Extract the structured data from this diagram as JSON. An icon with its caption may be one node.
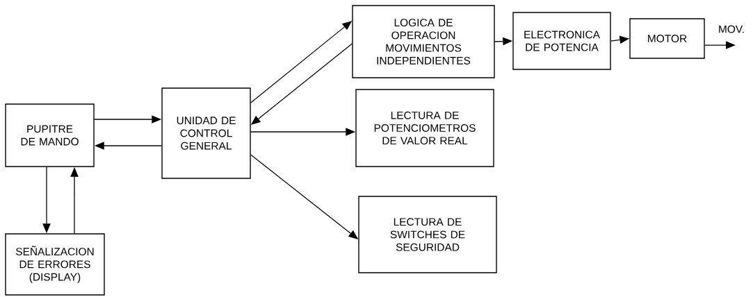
{
  "diagram": {
    "nodes": [
      {
        "text": [
          "PUPITRE DE MANDO"
        ]
      },
      {
        "text": [
          "UNIDAD DE CONTROL GENERAL"
        ]
      },
      {
        "text": [
          "LOGICA DE OPERACION MOVIMIENTOS INDEPENDIENTES"
        ]
      },
      {
        "text": [
          "ELECTRONICA DE POTENCIA"
        ]
      },
      {
        "text": [
          "MOTOR"
        ]
      },
      {
        "text": [
          "LECTURA DE POTENCIOMETROS DE VALOR REAL"
        ]
      },
      {
        "text": [
          "LECTURA DE SWITCHES DE SEGURIDAD"
        ]
      },
      {
        "text": [
          "SEÑALIZACION DE ERRORES (DISPLAY)"
        ]
      }
    ],
    "edges": [
      {
        "from": 0,
        "to": 1,
        "arrow": "to"
      },
      {
        "from": 1,
        "to": 0,
        "arrow": "to"
      },
      {
        "from": 0,
        "to": 7,
        "arrow": "to"
      },
      {
        "from": 7,
        "to": 0,
        "arrow": "to"
      },
      {
        "from": 1,
        "to": 2,
        "arrow": "to"
      },
      {
        "from": 2,
        "to": 1,
        "arrow": "to"
      },
      {
        "from": 1,
        "to": 5,
        "arrow": "to"
      },
      {
        "from": 1,
        "to": 6,
        "arrow": "to"
      },
      {
        "from": 2,
        "to": 3,
        "arrow": "to"
      },
      {
        "from": 3,
        "to": 4,
        "arrow": "to"
      },
      {
        "from": 4,
        "to": null,
        "arrow": "to",
        "label": "MOV."
      }
    ]
  }
}
